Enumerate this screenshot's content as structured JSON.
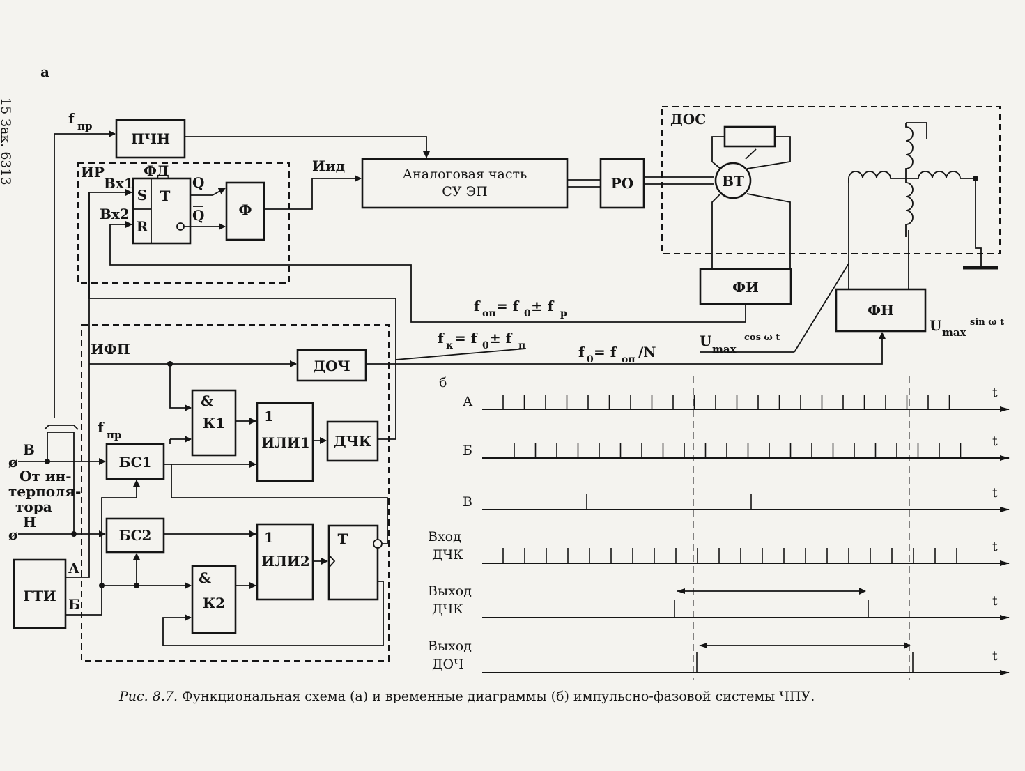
{
  "labels": {
    "part_a": "а",
    "part_b": "б",
    "margin_note": "15 Зак. 6313"
  },
  "blocks": {
    "pchn": "ПЧН",
    "analog_line1": "Аналоговая часть",
    "analog_line2": "СУ ЭП",
    "ro": "РО",
    "dos": "ДОС",
    "vt": "ВТ",
    "fi": "ФИ",
    "fn": "ФН",
    "ir": "ИР",
    "fd": "ФД",
    "s": "S",
    "r": "R",
    "t": "Т",
    "q": "Q",
    "q_bar": "Q",
    "f": "Ф",
    "ifp": "ИФП",
    "doch": "ДОЧ",
    "and_symbol": "&",
    "or_symbol": "1",
    "k1": "К1",
    "k2": "К2",
    "ili1": "ИЛИ1",
    "ili2": "ИЛИ2",
    "dchk": "ДЧК",
    "bs1": "БС1",
    "bs2": "БС2",
    "t_trigger": "Т",
    "gti": "ГТИ"
  },
  "signals": {
    "f_pr_main": "f",
    "f_pr_sub": "пр",
    "vx1": "Вх1",
    "vx2": "Вх2",
    "u_id": "Иид",
    "f_op_eq": "f",
    "f_op_eq_sub": "оп",
    "f_op_eq_rest": " = f",
    "f_op_eq_sub2": "0",
    "f_op_eq_pm": " ± f",
    "f_op_eq_sub3": "р",
    "f_k_eq": "f",
    "f_k_sub": "к",
    "f_k_rest": " = f",
    "f_k_sub2": "0",
    "f_k_pm": " ± f",
    "f_k_sub3": "п",
    "f0_eq": "f",
    "f0_sub": "0",
    "f0_rest": " = f",
    "f0_sub2": "оп",
    "f0_div": "/N",
    "umax_cos": "U",
    "umax_cos_sub": "max",
    "umax_cos_sup": "cos ω t",
    "umax_sin": "U",
    "umax_sin_sub": "max",
    "umax_sin_sup": "sin ω t",
    "in_v": "В",
    "in_n": "Н",
    "from_interp_1": "От ин-",
    "from_interp_2": "терполя-",
    "from_interp_3": "тора",
    "gti_a": "А",
    "gti_b": "Б"
  },
  "timing": {
    "time_symbol": "t",
    "rows": [
      {
        "label1": "А",
        "label2": ""
      },
      {
        "label1": "Б",
        "label2": ""
      },
      {
        "label1": "В",
        "label2": ""
      },
      {
        "label1": "Вход",
        "label2": "ДЧК"
      },
      {
        "label1": "Выход",
        "label2": "ДЧК"
      },
      {
        "label1": "Выход",
        "label2": "ДОЧ"
      }
    ]
  },
  "caption": {
    "fig": "Рис. 8.7.",
    "text": " Функциональная схема (а) и временные диаграммы (б) импульсно-фазовой системы ЧПУ."
  }
}
